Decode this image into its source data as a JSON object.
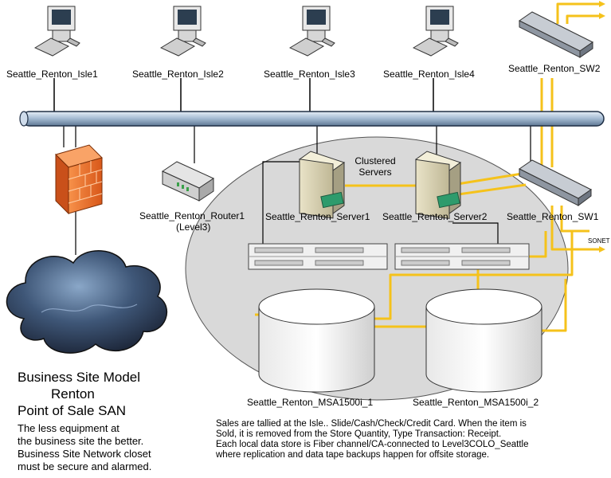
{
  "nodes": {
    "isle1": "Seattle_Renton_Isle1",
    "isle2": "Seattle_Renton_Isle2",
    "isle3": "Seattle_Renton_Isle3",
    "isle4": "Seattle_Renton_Isle4",
    "sw2": "Seattle_Renton_SW2",
    "sw1": "Seattle_Renton_SW1",
    "router1": "Seattle_Renton_Router1",
    "router1_sub": "(Level3)",
    "server1": "Seattle_Renton_Server1",
    "server2": "Seattle_Renton_Server2",
    "msa1": "Seattle_Renton_MSA1500i_1",
    "msa2": "Seattle_Renton_MSA1500i_2",
    "cluster_line1": "Clustered",
    "cluster_line2": "Servers",
    "sonet": "SONET"
  },
  "title_lines": [
    "Business Site Model",
    "Renton",
    "Point of Sale SAN"
  ],
  "note_lines": [
    "The less equipment at",
    "the business site the better.",
    "Business Site Network closet",
    "must be secure and alarmed."
  ],
  "description_lines": [
    "Sales are tallied at the Isle.. Slide/Cash/Check/Credit Card. When the item is",
    "Sold, it is removed from the Store Quantity, Type Transaction: Receipt.",
    "Each local data store is Fiber channel/CA-connected to Level3COLO_Seattle",
    "where replication and data tape backups happen for offsite storage."
  ],
  "colors": {
    "fiber": "#f5c21b",
    "bus": "#a9bfd6",
    "cluster_fill": "#d9d9d9",
    "firewall": "#f26b21",
    "cloud": "#2b3a55"
  }
}
